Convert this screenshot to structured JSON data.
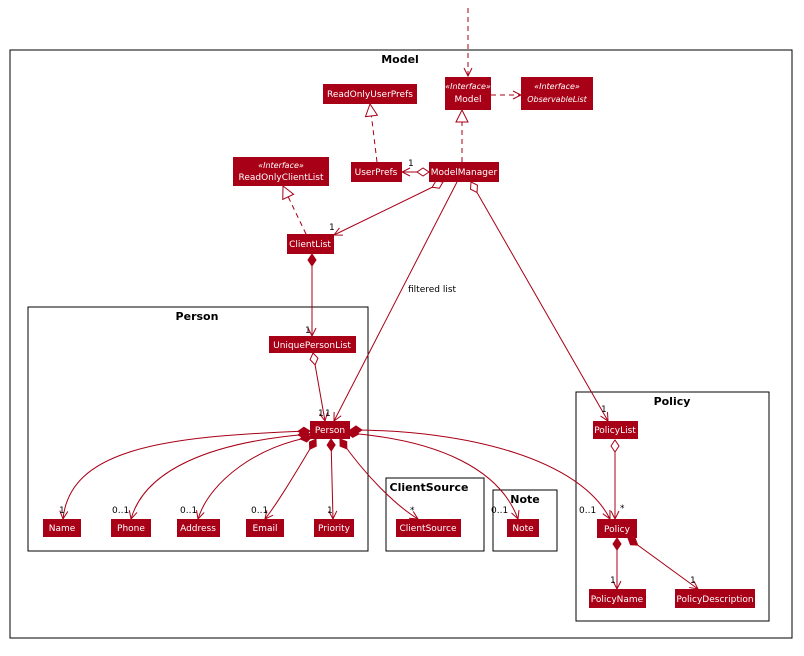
{
  "colors": {
    "class_fill": "#a80016",
    "class_text": "#ffffff",
    "edge": "#a80016",
    "package_border": "#000000",
    "background": "#ffffff"
  },
  "packages": {
    "model": "Model",
    "person": "Person",
    "policy": "Policy",
    "client_source": "ClientSource",
    "note": "Note"
  },
  "classes": {
    "read_only_user_prefs": {
      "name": "ReadOnlyUserPrefs"
    },
    "model": {
      "stereotype": "«Interface»",
      "name": "Model"
    },
    "observable_list": {
      "stereotype": "«Interface»",
      "name": "ObservableList"
    },
    "user_prefs": {
      "name": "UserPrefs"
    },
    "model_manager": {
      "name": "ModelManager"
    },
    "read_only_client_list": {
      "stereotype": "«Interface»",
      "name": "ReadOnlyClientList"
    },
    "client_list": {
      "name": "ClientList"
    },
    "unique_person_list": {
      "name": "UniquePersonList"
    },
    "person": {
      "name": "Person"
    },
    "name": {
      "name": "Name"
    },
    "phone": {
      "name": "Phone"
    },
    "address": {
      "name": "Address"
    },
    "email": {
      "name": "Email"
    },
    "priority": {
      "name": "Priority"
    },
    "client_source": {
      "name": "ClientSource"
    },
    "note": {
      "name": "Note"
    },
    "policy_list": {
      "name": "PolicyList"
    },
    "policy": {
      "name": "Policy"
    },
    "policy_name": {
      "name": "PolicyName"
    },
    "policy_description": {
      "name": "PolicyDescription"
    }
  },
  "relationships": {
    "filtered_list_label": "filtered list",
    "multiplicities": {
      "model_manager_user_prefs": "1",
      "model_manager_client_list": "1",
      "client_list_unique_person_list": "1",
      "unique_person_list_person_a": "1",
      "unique_person_list_person_b": "1",
      "person_name": "1",
      "person_phone": "0..1",
      "person_address": "0..1",
      "person_email": "0..1",
      "person_priority": "1",
      "person_client_source": "*",
      "person_note": "0..1",
      "person_policy": "0..1",
      "model_manager_policy_list": "1",
      "policy_list_policy": "*",
      "policy_policy_name": "1",
      "policy_policy_description": "1"
    }
  }
}
